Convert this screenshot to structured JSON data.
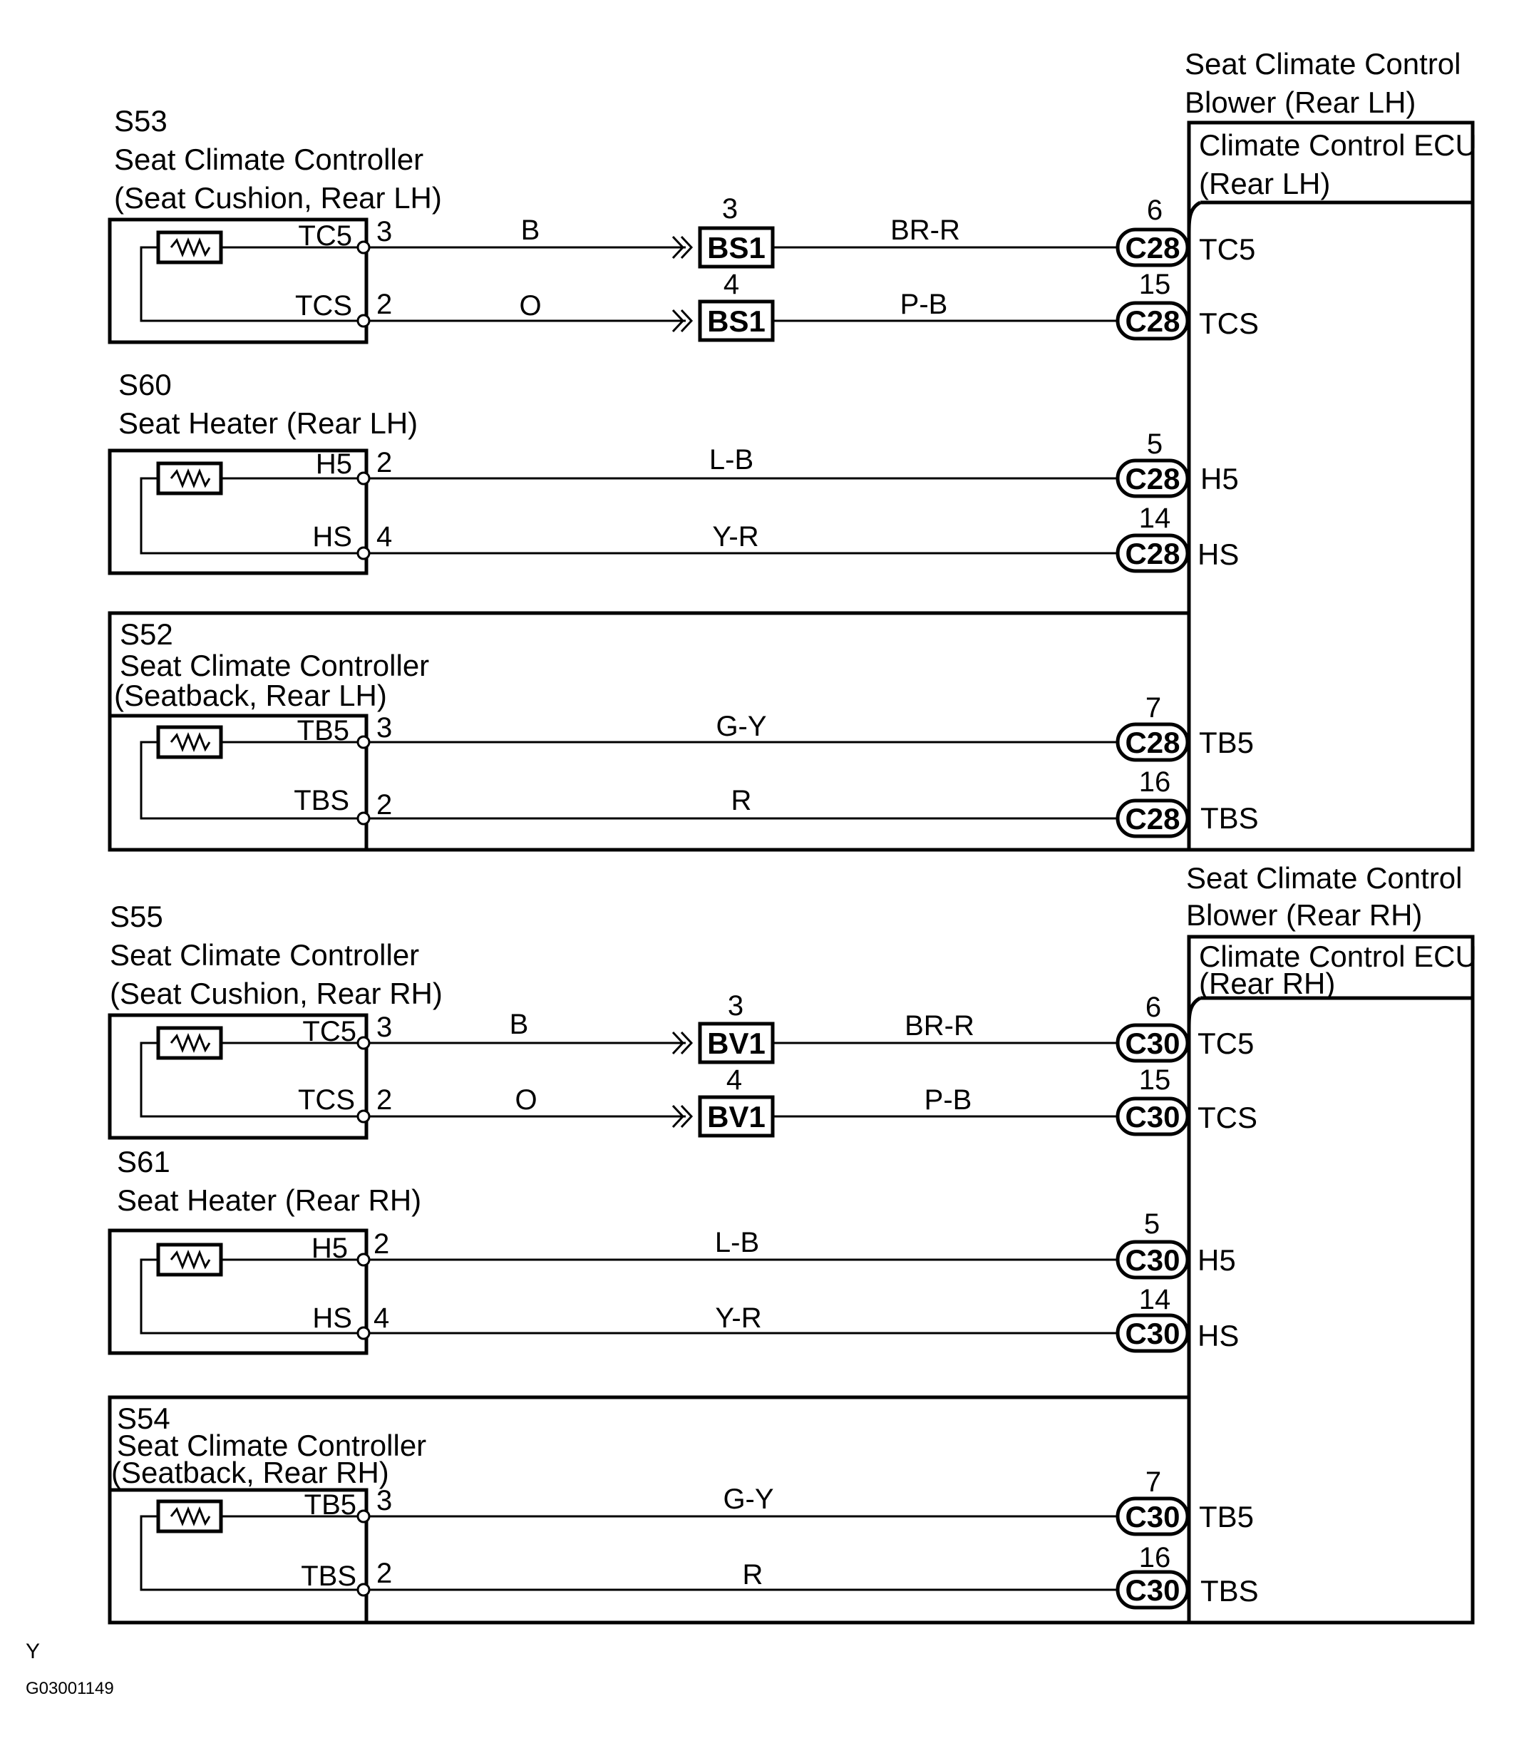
{
  "sections": [
    {
      "blower_label_1": "Seat Climate Control",
      "blower_label_2": "Blower (Rear LH)",
      "ecu_label_1": "Climate Control ECU",
      "ecu_label_2": "(Rear LH)",
      "components": [
        {
          "id": "S53",
          "name_1": "Seat Climate Controller",
          "name_2": "(Seat Cushion, Rear LH)",
          "wires": [
            {
              "term": "TC5",
              "pin": "3",
              "color_a": "B",
              "jpin": "3",
              "junction": "BS1",
              "color_b": "BR-R",
              "epin": "6",
              "connector": "C28",
              "ecu_term": "TC5"
            },
            {
              "term": "TCS",
              "pin": "2",
              "color_a": "O",
              "jpin": "4",
              "junction": "BS1",
              "color_b": "P-B",
              "epin": "15",
              "connector": "C28",
              "ecu_term": "TCS"
            }
          ]
        },
        {
          "id": "S60",
          "name_1": "Seat Heater (Rear LH)",
          "name_2": "",
          "wires": [
            {
              "term": "H5",
              "pin": "2",
              "color": "L-B",
              "epin": "5",
              "connector": "C28",
              "ecu_term": "H5"
            },
            {
              "term": "HS",
              "pin": "4",
              "color": "Y-R",
              "epin": "14",
              "connector": "C28",
              "ecu_term": "HS"
            }
          ]
        },
        {
          "id": "S52",
          "name_1": "Seat Climate Controller",
          "name_2": "(Seatback, Rear LH)",
          "wires": [
            {
              "term": "TB5",
              "pin": "3",
              "color": "G-Y",
              "epin": "7",
              "connector": "C28",
              "ecu_term": "TB5"
            },
            {
              "term": "TBS",
              "pin": "2",
              "color": "R",
              "epin": "16",
              "connector": "C28",
              "ecu_term": "TBS"
            }
          ]
        }
      ]
    },
    {
      "blower_label_1": "Seat Climate Control",
      "blower_label_2": "Blower (Rear RH)",
      "ecu_label_1": "Climate Control ECU",
      "ecu_label_2": "(Rear RH)",
      "components": [
        {
          "id": "S55",
          "name_1": "Seat Climate Controller",
          "name_2": "(Seat Cushion, Rear RH)",
          "wires": [
            {
              "term": "TC5",
              "pin": "3",
              "color_a": "B",
              "jpin": "3",
              "junction": "BV1",
              "color_b": "BR-R",
              "epin": "6",
              "connector": "C30",
              "ecu_term": "TC5"
            },
            {
              "term": "TCS",
              "pin": "2",
              "color_a": "O",
              "jpin": "4",
              "junction": "BV1",
              "color_b": "P-B",
              "epin": "15",
              "connector": "C30",
              "ecu_term": "TCS"
            }
          ]
        },
        {
          "id": "S61",
          "name_1": "Seat Heater (Rear RH)",
          "name_2": "",
          "wires": [
            {
              "term": "H5",
              "pin": "2",
              "color": "L-B",
              "epin": "5",
              "connector": "C30",
              "ecu_term": "H5"
            },
            {
              "term": "HS",
              "pin": "4",
              "color": "Y-R",
              "epin": "14",
              "connector": "C30",
              "ecu_term": "HS"
            }
          ]
        },
        {
          "id": "S54",
          "name_1": "Seat Climate Controller",
          "name_2": "(Seatback, Rear RH)",
          "wires": [
            {
              "term": "TB5",
              "pin": "3",
              "color": "G-Y",
              "epin": "7",
              "connector": "C30",
              "ecu_term": "TB5"
            },
            {
              "term": "TBS",
              "pin": "2",
              "color": "R",
              "epin": "16",
              "connector": "C30",
              "ecu_term": "TBS"
            }
          ]
        }
      ]
    }
  ],
  "footer": {
    "mark": "Y",
    "figure_id": "G03001149"
  }
}
